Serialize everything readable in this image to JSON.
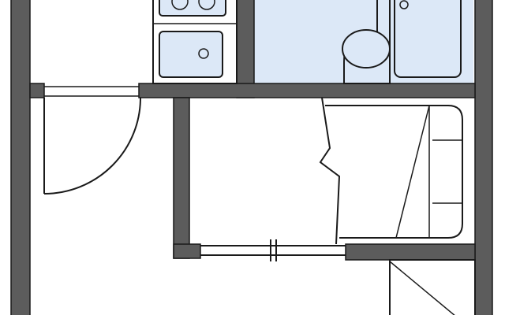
{
  "floor_plan": {
    "background_color": "#ffffff",
    "wall_fill_color": "#5c5c5c",
    "bathroom_fill_color": "#dce8f7",
    "fixture_fill_color": "#dce8f7",
    "line_color": "#1a1a1a",
    "rooms": [
      "kitchen",
      "bathroom",
      "entrance",
      "closet",
      "storage"
    ],
    "fixtures": [
      "stove",
      "sink",
      "toilet",
      "bathtub",
      "closet-shelf"
    ]
  }
}
